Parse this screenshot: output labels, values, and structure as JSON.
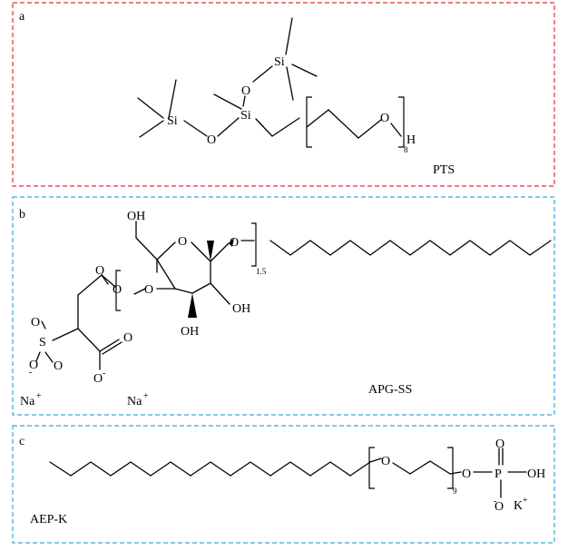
{
  "panels": [
    {
      "letter": "a",
      "border_color": "#e0303a",
      "name": "PTS",
      "atoms": {
        "si1": "Si",
        "si2": "Si",
        "si3": "Si",
        "o1": "O",
        "o2": "O",
        "o3": "O",
        "h": "H"
      },
      "repeat": "8"
    },
    {
      "letter": "b",
      "border_color": "#3aa6d8",
      "name": "APG-SS",
      "atoms": {
        "oh_top": "OH",
        "ring_o": "O",
        "o_link": "O",
        "o_ester": "O",
        "oh1": "OH",
        "oh2": "OH",
        "o_carbonyl": "O",
        "o_top_left": "O",
        "o_s1": "O",
        "s": "S",
        "o_s2": "O",
        "o_carboxyl": "O",
        "o_minus": "O",
        "na1": "Na",
        "na2": "Na"
      },
      "charges": {
        "minus": "-",
        "plus": "+"
      },
      "repeat": "1.5"
    },
    {
      "letter": "c",
      "border_color": "#3aa6d8",
      "name": "AEP-K",
      "atoms": {
        "o_chain": "O",
        "o_p": "O",
        "p": "P",
        "o_dbl": "O",
        "oh": "OH",
        "o_minus": "O",
        "k": "K"
      },
      "charges": {
        "minus": "-",
        "plus": "+"
      },
      "repeat": "9"
    }
  ]
}
